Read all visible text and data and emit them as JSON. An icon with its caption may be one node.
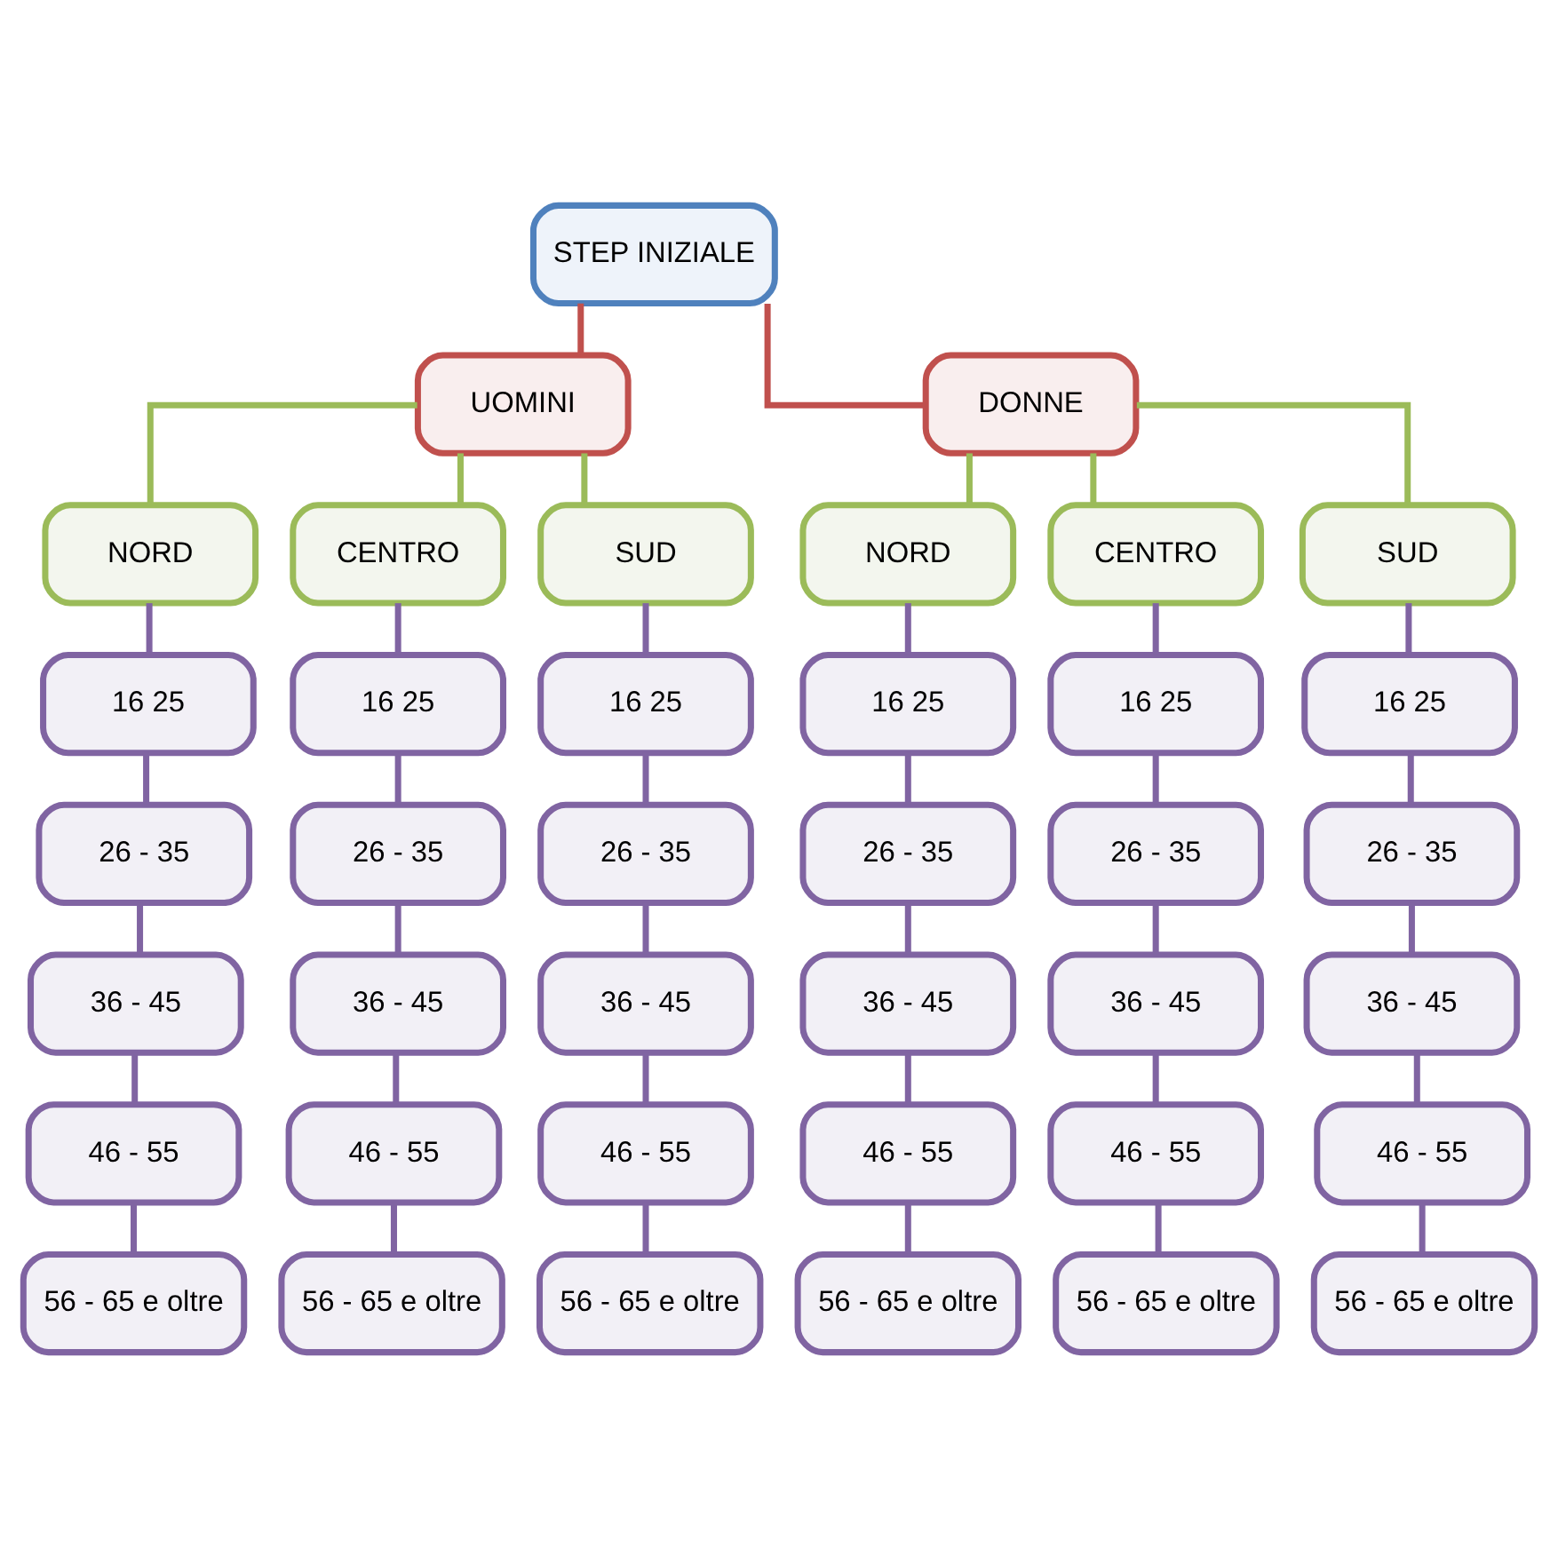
{
  "diagram": {
    "nodes": [
      {
        "text": [
          "STEP INIZIALE"
        ]
      },
      {
        "text": [
          "UOMINI"
        ]
      },
      {
        "text": [
          "DONNE"
        ]
      },
      {
        "text": [
          "NORD"
        ]
      },
      {
        "text": [
          "CENTRO"
        ]
      },
      {
        "text": [
          "SUD"
        ]
      },
      {
        "text": [
          "NORD"
        ]
      },
      {
        "text": [
          "CENTRO"
        ]
      },
      {
        "text": [
          "SUD"
        ]
      },
      {
        "text": [
          "16 25"
        ]
      },
      {
        "text": [
          "26 - 35"
        ]
      },
      {
        "text": [
          "36 - 45"
        ]
      },
      {
        "text": [
          "46 - 55"
        ]
      },
      {
        "text": [
          "56 - 65 e oltre"
        ]
      },
      {
        "text": [
          "16 25"
        ]
      },
      {
        "text": [
          "26 - 35"
        ]
      },
      {
        "text": [
          "36 - 45"
        ]
      },
      {
        "text": [
          "46 - 55"
        ]
      },
      {
        "text": [
          "56 - 65 e oltre"
        ]
      },
      {
        "text": [
          "16 25"
        ]
      },
      {
        "text": [
          "26 - 35"
        ]
      },
      {
        "text": [
          "36 - 45"
        ]
      },
      {
        "text": [
          "46 - 55"
        ]
      },
      {
        "text": [
          "56 - 65 e oltre"
        ]
      },
      {
        "text": [
          "16 25"
        ]
      },
      {
        "text": [
          "26 - 35"
        ]
      },
      {
        "text": [
          "36 - 45"
        ]
      },
      {
        "text": [
          "46 - 55"
        ]
      },
      {
        "text": [
          "56 - 65 e oltre"
        ]
      },
      {
        "text": [
          "16 25"
        ]
      },
      {
        "text": [
          "26 - 35"
        ]
      },
      {
        "text": [
          "36 - 45"
        ]
      },
      {
        "text": [
          "46 - 55"
        ]
      },
      {
        "text": [
          "56 - 65 e oltre"
        ]
      },
      {
        "text": [
          "16 25"
        ]
      },
      {
        "text": [
          "26 - 35"
        ]
      },
      {
        "text": [
          "36 - 45"
        ]
      },
      {
        "text": [
          "46 - 55"
        ]
      },
      {
        "text": [
          "56 - 65 e oltre"
        ]
      }
    ],
    "edges": [
      {
        "from": 0,
        "to": 1,
        "arrow": "none",
        "color": "#c0504d"
      },
      {
        "from": 0,
        "to": 2,
        "arrow": "none",
        "color": "#c0504d"
      },
      {
        "from": 1,
        "to": 3,
        "arrow": "none",
        "color": "#9bbb59"
      },
      {
        "from": 1,
        "to": 4,
        "arrow": "none",
        "color": "#9bbb59"
      },
      {
        "from": 1,
        "to": 5,
        "arrow": "none",
        "color": "#9bbb59"
      },
      {
        "from": 2,
        "to": 6,
        "arrow": "none",
        "color": "#9bbb59"
      },
      {
        "from": 2,
        "to": 7,
        "arrow": "none",
        "color": "#9bbb59"
      },
      {
        "from": 2,
        "to": 8,
        "arrow": "none",
        "color": "#9bbb59"
      },
      {
        "from": 3,
        "to": 9,
        "arrow": "none"
      },
      {
        "from": 9,
        "to": 10,
        "arrow": "none"
      },
      {
        "from": 10,
        "to": 11,
        "arrow": "none"
      },
      {
        "from": 11,
        "to": 12,
        "arrow": "none"
      },
      {
        "from": 12,
        "to": 13,
        "arrow": "none"
      },
      {
        "from": 4,
        "to": 14,
        "arrow": "none"
      },
      {
        "from": 14,
        "to": 15,
        "arrow": "none"
      },
      {
        "from": 15,
        "to": 16,
        "arrow": "none"
      },
      {
        "from": 16,
        "to": 17,
        "arrow": "none"
      },
      {
        "from": 17,
        "to": 18,
        "arrow": "none"
      },
      {
        "from": 5,
        "to": 19,
        "arrow": "none"
      },
      {
        "from": 19,
        "to": 20,
        "arrow": "none"
      },
      {
        "from": 20,
        "to": 21,
        "arrow": "none"
      },
      {
        "from": 21,
        "to": 22,
        "arrow": "none"
      },
      {
        "from": 22,
        "to": 23,
        "arrow": "none"
      },
      {
        "from": 6,
        "to": 24,
        "arrow": "none"
      },
      {
        "from": 24,
        "to": 25,
        "arrow": "none"
      },
      {
        "from": 25,
        "to": 26,
        "arrow": "none"
      },
      {
        "from": 26,
        "to": 27,
        "arrow": "none"
      },
      {
        "from": 27,
        "to": 28,
        "arrow": "none"
      },
      {
        "from": 7,
        "to": 29,
        "arrow": "none"
      },
      {
        "from": 29,
        "to": 30,
        "arrow": "none"
      },
      {
        "from": 30,
        "to": 31,
        "arrow": "none"
      },
      {
        "from": 31,
        "to": 32,
        "arrow": "none"
      },
      {
        "from": 32,
        "to": 33,
        "arrow": "none"
      },
      {
        "from": 8,
        "to": 34,
        "arrow": "none"
      },
      {
        "from": 34,
        "to": 35,
        "arrow": "none"
      },
      {
        "from": 35,
        "to": 36,
        "arrow": "none"
      },
      {
        "from": 36,
        "to": 37,
        "arrow": "none"
      },
      {
        "from": 37,
        "to": 38,
        "arrow": "none"
      }
    ]
  }
}
